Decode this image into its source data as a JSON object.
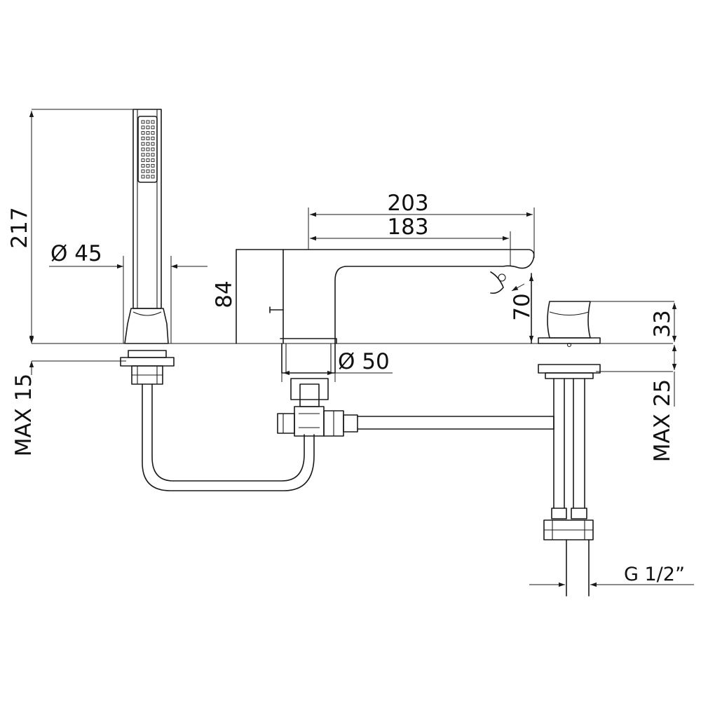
{
  "dimensions": {
    "handshower_height": "217",
    "handshower_diameter": "Ø 45",
    "max_deck_left": "MAX 15",
    "spout_reach_overall": "203",
    "spout_reach_outlet": "183",
    "spout_height": "84",
    "outlet_height": "70",
    "spout_base_diameter": "Ø 50",
    "handle_height": "33",
    "max_deck_right": "MAX 25",
    "connection_thread": "G 1/2”"
  },
  "colors": {
    "line": "#1a1a1a",
    "background": "#ffffff"
  }
}
